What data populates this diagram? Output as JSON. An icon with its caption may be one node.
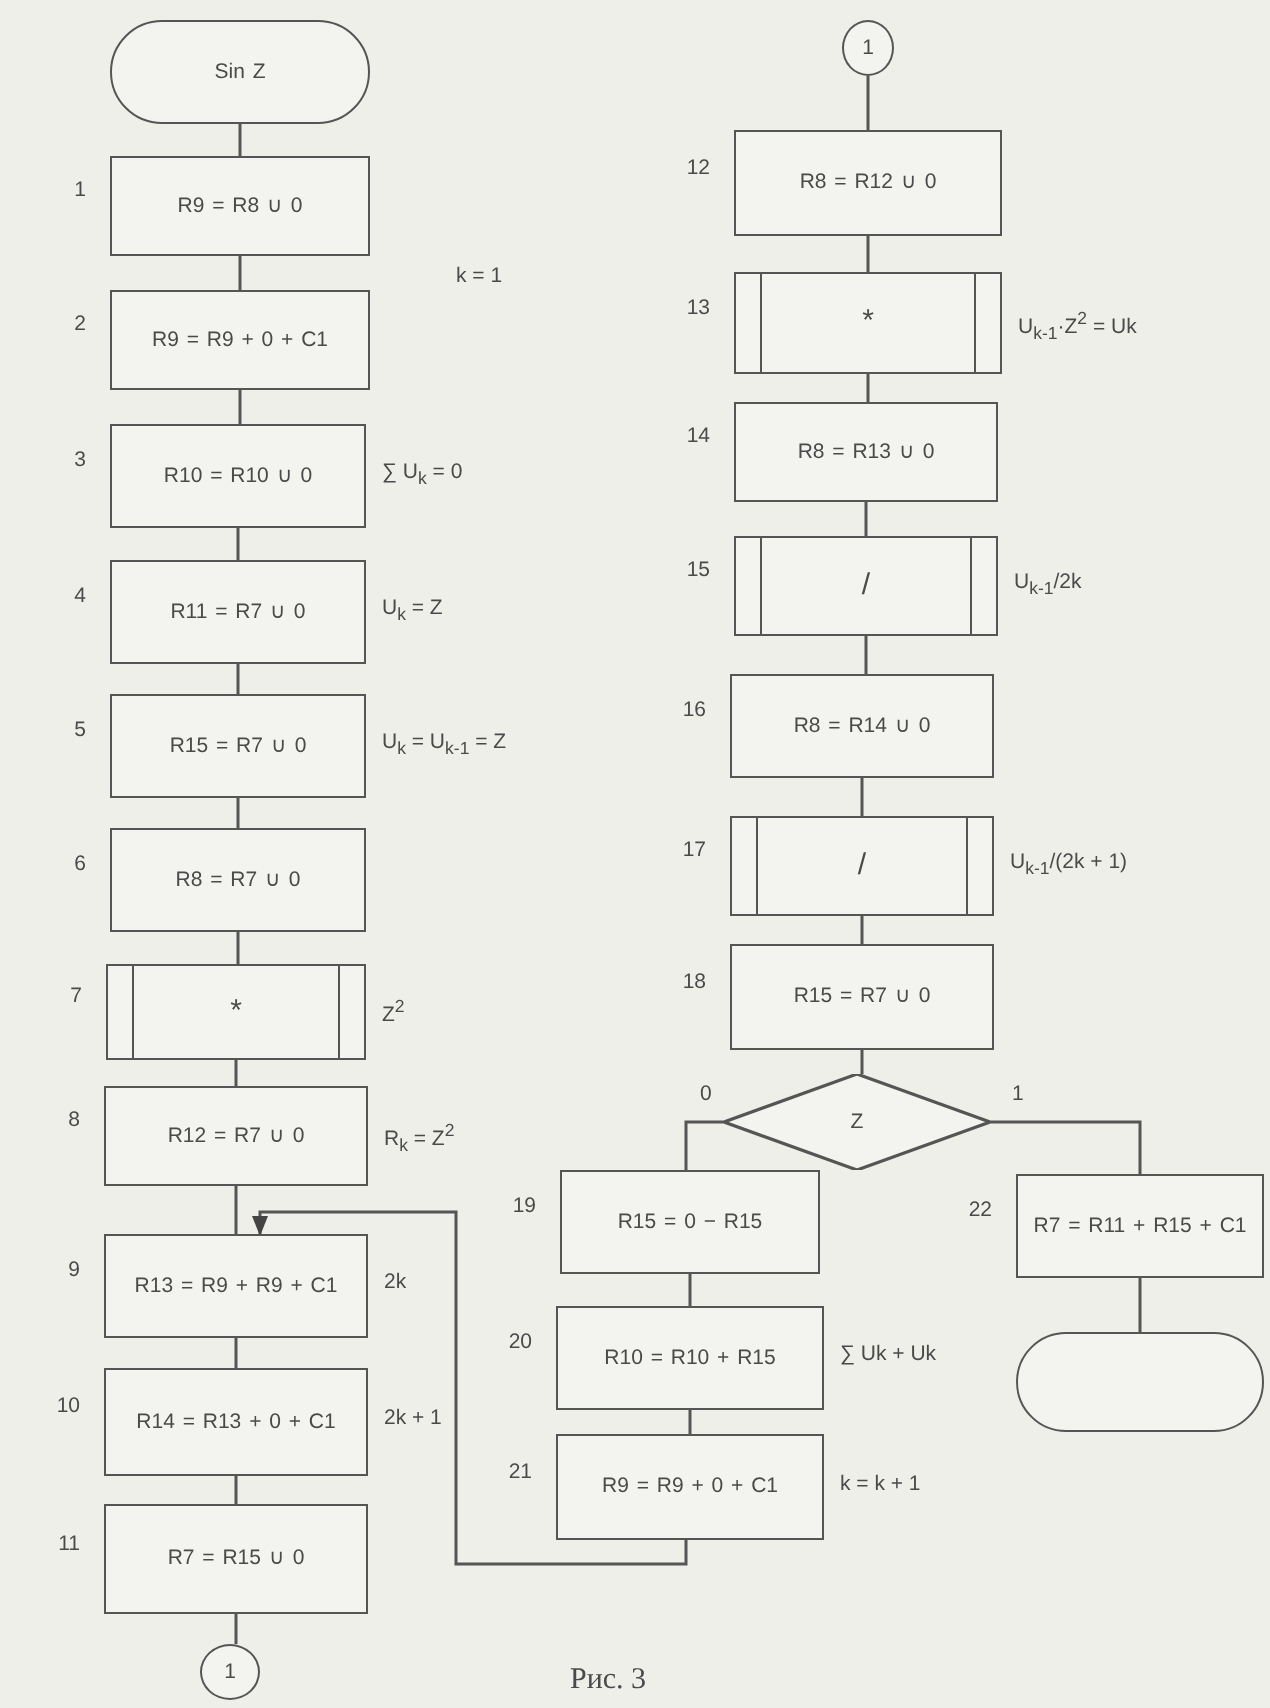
{
  "diagram": {
    "caption": "Рис. 3",
    "nodes": [
      {
        "text": [
          "Sin Z"
        ]
      },
      {
        "text": [
          "R9 = R8 ∪ 0"
        ],
        "beside": [
          "1"
        ]
      },
      {
        "text": [
          "R9 = R9 + 0 + C1"
        ],
        "beside": [
          "2"
        ]
      },
      {
        "text": [
          "R10 = R10 ∪ 0"
        ],
        "beside": [
          "3",
          "∑ U$_{k}$ = 0"
        ]
      },
      {
        "text": [
          "R11 = R7 ∪ 0"
        ],
        "beside": [
          "4",
          "U$_{k}$ = Z"
        ]
      },
      {
        "text": [
          "R15 = R7 ∪ 0"
        ],
        "beside": [
          "5",
          "U$_{k}$ = U$_{k-1}$ = Z"
        ]
      },
      {
        "text": [
          "R8 = R7 ∪ 0"
        ],
        "beside": [
          "6"
        ]
      },
      {
        "text": [
          "*"
        ],
        "beside": [
          "7",
          "Z$^{2}$"
        ]
      },
      {
        "text": [
          "R12 = R7 ∪ 0"
        ],
        "beside": [
          "8",
          "R$_{k}$ = Z$^{2}$"
        ]
      },
      {
        "text": [
          "R13 = R9 + R9 + C1"
        ],
        "beside": [
          "9",
          "2k"
        ]
      },
      {
        "text": [
          "R14 = R13 + 0 + C1"
        ],
        "beside": [
          "10",
          "2k + 1"
        ]
      },
      {
        "text": [
          "R7 = R15 ∪ 0"
        ],
        "beside": [
          "11"
        ]
      },
      {
        "text": [
          "1"
        ]
      },
      {
        "text": [
          "1"
        ]
      },
      {
        "text": [
          "R8 = R12 ∪ 0"
        ],
        "beside": [
          "12"
        ]
      },
      {
        "text": [
          "*"
        ],
        "beside": [
          "13",
          "U$_{k-1}$·Z$^{2}$ = Uk"
        ]
      },
      {
        "text": [
          "R8 = R13 ∪ 0"
        ],
        "beside": [
          "14"
        ]
      },
      {
        "text": [
          "/"
        ],
        "beside": [
          "15",
          "U$_{k-1}$/2k"
        ]
      },
      {
        "text": [
          "R8 = R14 ∪ 0"
        ],
        "beside": [
          "16"
        ]
      },
      {
        "text": [
          "/"
        ],
        "beside": [
          "17",
          "U$_{k-1}$/(2k + 1)"
        ]
      },
      {
        "text": [
          "R15 = R7 ∪ 0"
        ],
        "beside": [
          "18"
        ]
      },
      {
        "text": [
          "Z"
        ]
      },
      {
        "text": [
          "R15 = 0 − R15"
        ],
        "beside": [
          "19"
        ]
      },
      {
        "text": [
          "R10 = R10 + R15"
        ],
        "beside": [
          "20",
          "∑ Uk + Uk"
        ]
      },
      {
        "text": [
          "R9 = R9 + 0 + C1"
        ],
        "beside": [
          "21",
          "k = k + 1"
        ]
      },
      {
        "text": [
          "R7 = R11 + R15 + C1"
        ],
        "beside": [
          "22"
        ]
      },
      {
        "text": [],
        "shape": "oval"
      }
    ],
    "edges": [
      {
        "from": 0,
        "to": 1,
        "arrow": "none"
      },
      {
        "from": 1,
        "to": 2,
        "arrow": "none"
      },
      {
        "from": 2,
        "to": 3,
        "arrow": "none"
      },
      {
        "from": 3,
        "to": 4,
        "arrow": "none"
      },
      {
        "from": 4,
        "to": 5,
        "arrow": "none"
      },
      {
        "from": 5,
        "to": 6,
        "arrow": "none"
      },
      {
        "from": 6,
        "to": 7,
        "arrow": "none"
      },
      {
        "from": 7,
        "to": 8,
        "arrow": "none"
      },
      {
        "from": 8,
        "to": 9,
        "arrow": "none"
      },
      {
        "from": 9,
        "to": 10,
        "arrow": "none"
      },
      {
        "from": 10,
        "to": 11,
        "arrow": "none"
      },
      {
        "from": 11,
        "to": 12,
        "arrow": "none"
      },
      {
        "from": 13,
        "to": 14,
        "arrow": "none"
      },
      {
        "from": 14,
        "to": 15,
        "arrow": "none"
      },
      {
        "from": 15,
        "to": 16,
        "arrow": "none"
      },
      {
        "from": 16,
        "to": 17,
        "arrow": "none"
      },
      {
        "from": 17,
        "to": 18,
        "arrow": "none"
      },
      {
        "from": 18,
        "to": 19,
        "arrow": "none"
      },
      {
        "from": 19,
        "to": 20,
        "arrow": "none"
      },
      {
        "from": 20,
        "to": 21,
        "arrow": "none"
      },
      {
        "from": 21,
        "to": 22,
        "arrow": "none",
        "label": "0"
      },
      {
        "from": 21,
        "to": 25,
        "arrow": "none",
        "label": "1"
      },
      {
        "from": 22,
        "to": 23,
        "arrow": "none"
      },
      {
        "from": 23,
        "to": 24,
        "arrow": "none"
      },
      {
        "from": 24,
        "to": 9,
        "arrow": "to"
      },
      {
        "from": 25,
        "to": 26,
        "arrow": "none"
      }
    ],
    "labels": [
      "k = 1"
    ]
  }
}
